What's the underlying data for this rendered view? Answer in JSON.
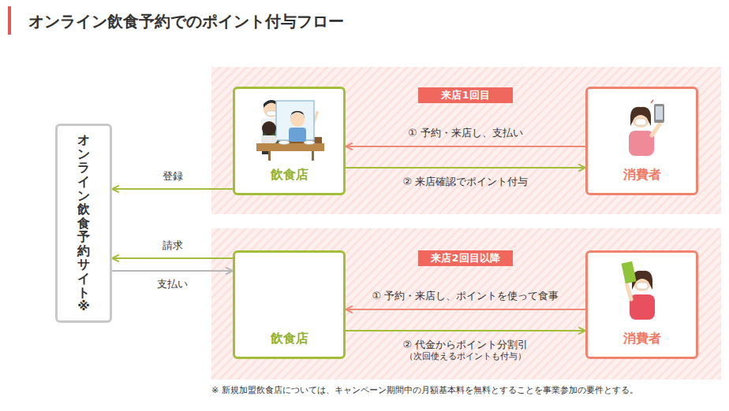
{
  "diagram": {
    "title": "オンライン飲食予約でのポイント付与フロー",
    "nodes": [
      {
        "text": [
          "オンライン飲食予約サイト※"
        ]
      },
      {
        "text": [
          "来店1回目"
        ]
      },
      {
        "text": [
          "飲食店"
        ]
      },
      {
        "text": [
          "消費者"
        ]
      },
      {
        "text": [
          "来店2回目以降"
        ]
      },
      {
        "text": [
          "飲食店"
        ]
      },
      {
        "text": [
          "消費者"
        ]
      }
    ],
    "edges": [
      {
        "from": 3,
        "to": 2,
        "label": "① 予約・来店し、支払い",
        "arrow": "to"
      },
      {
        "from": 2,
        "to": 3,
        "label": "② 来店確認でポイント付与",
        "arrow": "to"
      },
      {
        "from": 2,
        "to": 0,
        "label": "登録",
        "arrow": "to"
      },
      {
        "from": 5,
        "to": 0,
        "label": "請求",
        "arrow": "to"
      },
      {
        "from": 0,
        "to": 5,
        "label": "支払い",
        "arrow": "to"
      },
      {
        "from": 6,
        "to": 5,
        "label": "① 予約・来店し、ポイントを使って食事",
        "arrow": "to"
      },
      {
        "from": 5,
        "to": 6,
        "label": "② 代金からポイント分割引",
        "arrow": "to"
      }
    ],
    "labels": [
      "（次回使えるポイントも付与）",
      "※ 新規加盟飲食店については、キャンペーン期間中の月額基本料を無料とすることを事業参加の要件とする。"
    ]
  }
}
